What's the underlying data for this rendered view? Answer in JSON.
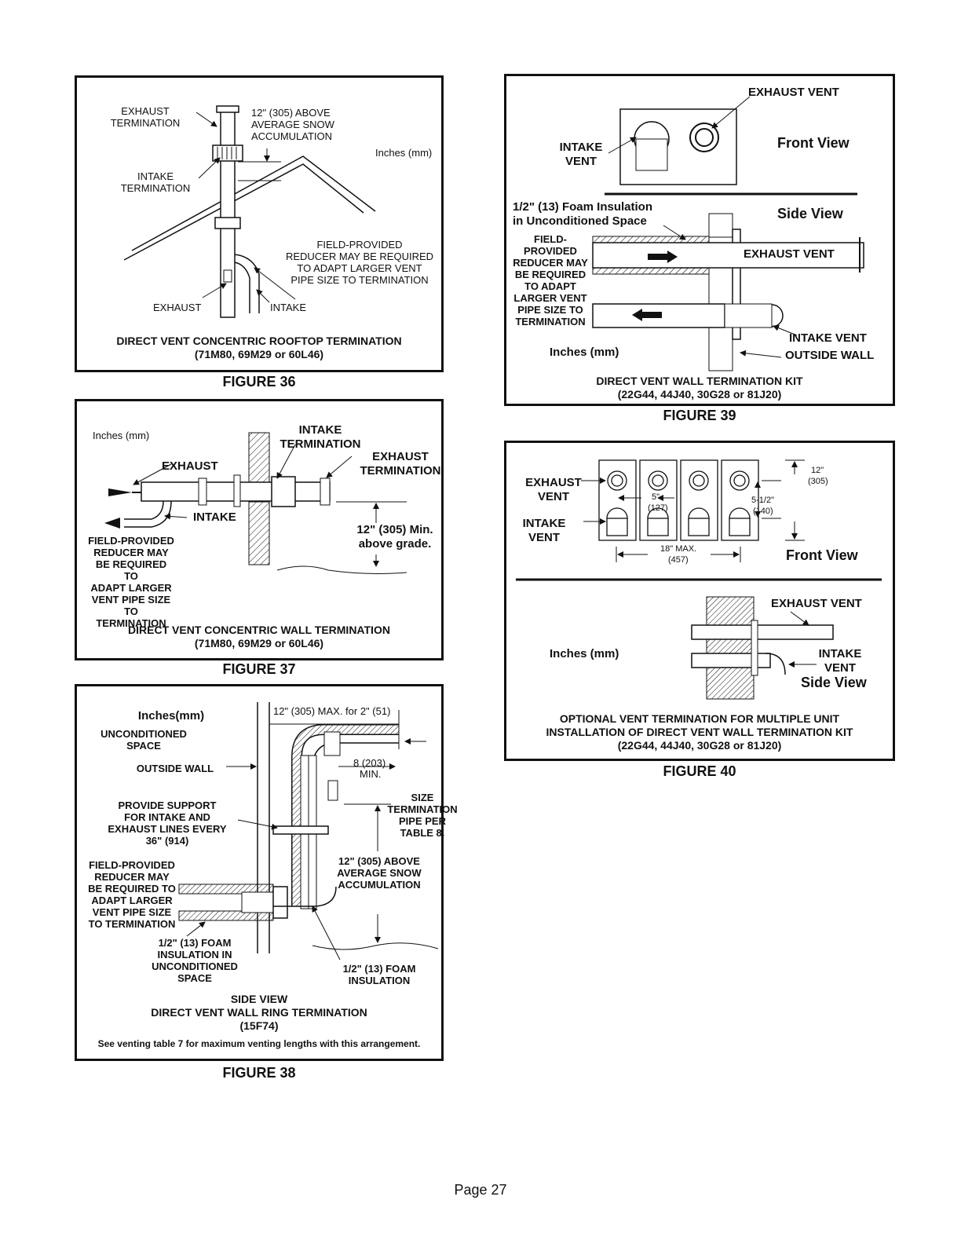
{
  "fig36": {
    "exhaust_termination": "EXHAUST\nTERMINATION",
    "snow_note": "12\" (305) ABOVE\nAVERAGE SNOW\nACCUMULATION",
    "units": "Inches (mm)",
    "intake_termination": "INTAKE\nTERMINATION",
    "reducer_note": "FIELD-PROVIDED\nREDUCER MAY BE REQUIRED\nTO ADAPT LARGER VENT\nPIPE SIZE TO TERMINATION",
    "exhaust": "EXHAUST",
    "intake": "INTAKE",
    "caption": "DIRECT VENT CONCENTRIC ROOFTOP TERMINATION",
    "caption_models": "(71M80, 69M29 or 60L46)",
    "figure_label": "FIGURE 36"
  },
  "fig37": {
    "units": "Inches (mm)",
    "intake_termination": "INTAKE\nTERMINATION",
    "exhaust": "EXHAUST",
    "exhaust_termination": "EXHAUST\nTERMINATION",
    "intake": "INTAKE",
    "grade_note": "12\" (305) Min.\nabove grade.",
    "reducer_note": "FIELD-PROVIDED\nREDUCER MAY\nBE REQUIRED TO\nADAPT LARGER\nVENT PIPE SIZE\nTO TERMINATION",
    "caption": "DIRECT VENT CONCENTRIC WALL TERMINATION",
    "caption_models": "(71M80, 69M29 or 60L46)",
    "figure_label": "FIGURE 37"
  },
  "fig38": {
    "units": "Inches(mm)",
    "unconditioned_space": "UNCONDITIONED\nSPACE",
    "outside_wall": "OUTSIDE WALL",
    "support_note": "PROVIDE SUPPORT\nFOR INTAKE AND\nEXHAUST LINES EVERY\n36\" (914)",
    "reducer_note": "FIELD-PROVIDED\nREDUCER MAY\nBE REQUIRED TO\nADAPT LARGER\nVENT PIPE SIZE\nTO TERMINATION",
    "foam_unconditioned": "1/2\" (13) FOAM\nINSULATION IN\nUNCONDITIONED\nSPACE",
    "max_note": "12\" (305) MAX. for 2\" (51)",
    "min_dim": "8 (203)",
    "min_label": "MIN.",
    "size_note": "SIZE\nTERMINATION\nPIPE PER\nTABLE 8.",
    "snow_note": "12\" (305) ABOVE\nAVERAGE SNOW\nACCUMULATION",
    "foam_insulation": "1/2\" (13) FOAM\nINSULATION",
    "side_view": "SIDE VIEW",
    "caption": "DIRECT VENT WALL RING TERMINATION",
    "caption_models": "(15F74)",
    "footnote": "See venting table 7 for maximum venting lengths with this arrangement.",
    "figure_label": "FIGURE 38"
  },
  "fig39": {
    "exhaust_vent_top": "EXHAUST VENT",
    "intake_vent": "INTAKE\nVENT",
    "front_view": "Front View",
    "foam_note": "1/2\" (13) Foam Insulation\nin Unconditioned Space",
    "side_view": "Side View",
    "reducer_note": "FIELD-\nPROVIDED\nREDUCER MAY\nBE REQUIRED\nTO ADAPT\nLARGER VENT\nPIPE SIZE TO\nTERMINATION",
    "exhaust_vent_side": "EXHAUST VENT",
    "intake_vent_side": "INTAKE VENT",
    "outside_wall": "OUTSIDE WALL",
    "units": "Inches (mm)",
    "caption": "DIRECT VENT WALL TERMINATION KIT",
    "caption_models": "(22G44, 44J40, 30G28 or 81J20)",
    "figure_label": "FIGURE 39"
  },
  "fig40": {
    "exhaust_vent": "EXHAUST\nVENT",
    "intake_vent": "INTAKE\nVENT",
    "dim_5": "5\"",
    "dim_127": "(127)",
    "dim_5_5": "5-1/2\"",
    "dim_140": "(140)",
    "dim_12": "12\"",
    "dim_305": "(305)",
    "dim_18": "18\" MAX.",
    "dim_457": "(457)",
    "front_view": "Front View",
    "exhaust_vent_side": "EXHAUST VENT",
    "units": "Inches (mm)",
    "intake_vent_side": "INTAKE\nVENT",
    "side_view": "Side View",
    "caption": "OPTIONAL VENT TERMINATION FOR MULTIPLE UNIT\nINSTALLATION OF DIRECT VENT WALL TERMINATION KIT",
    "caption_models": "(22G44, 44J40, 30G28 or 81J20)",
    "figure_label": "FIGURE 40"
  },
  "page_number": "Page 27"
}
